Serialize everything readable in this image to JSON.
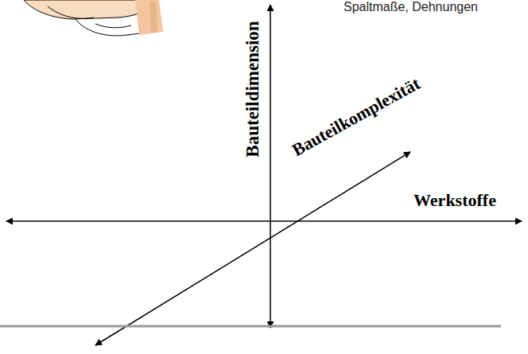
{
  "diagram": {
    "labels": [
      "Spaltmaße, Dehnungen",
      "Bauteildimension",
      "Bauteilkomplexität",
      "Werkstoffe"
    ]
  }
}
